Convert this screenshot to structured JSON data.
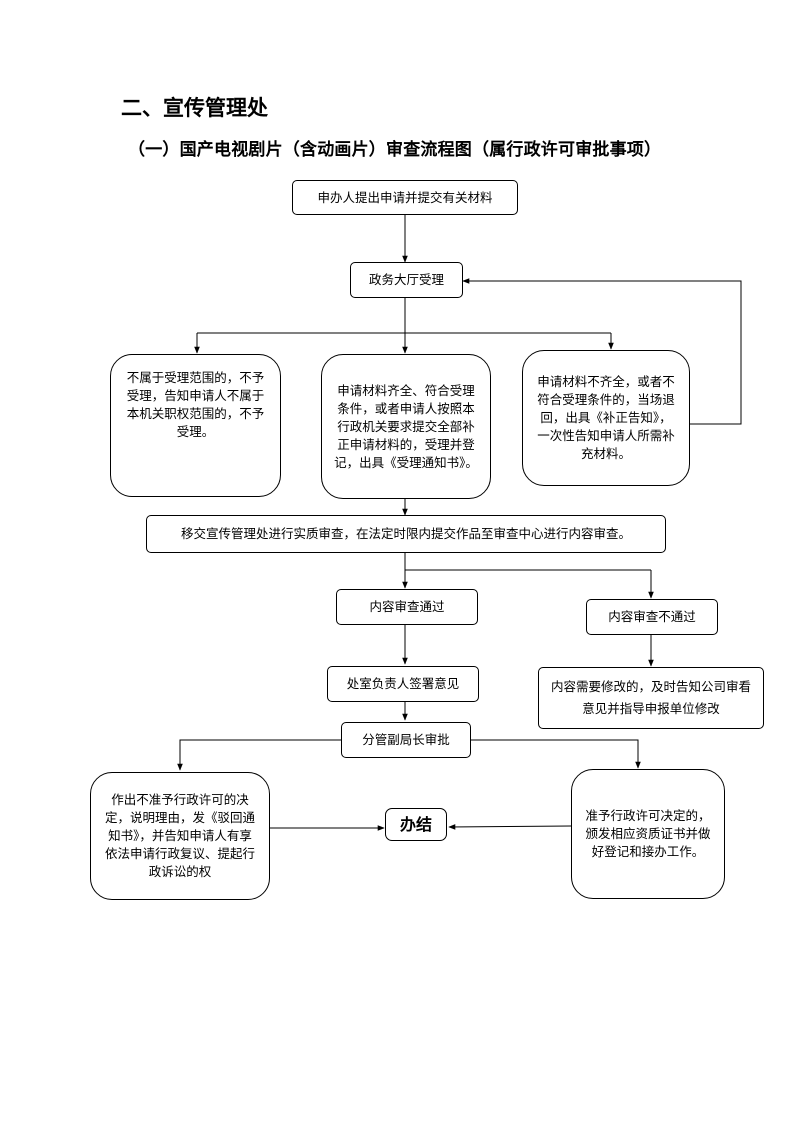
{
  "section_title": "二、宣传管理处",
  "flow_title": "（一）国产电视剧片（含动画片）审查流程图（属行政许可审批事项）",
  "nodes": {
    "apply": "申办人提出申请并提交有关材料",
    "hall_accept": "政务大厅受理",
    "not_in_scope": "不属于受理范围的，不予受理，告知申请人不属于本机关职权范围的，不予受理。",
    "complete_accept": "申请材料齐全、符合受理条件，或者申请人按照本行政机关要求提交全部补正申请材料的，受理并登记，出具《受理通知书》。",
    "incomplete_return": "申请材料不齐全，或者不符合受理条件的，当场退回，出具《补正告知》，一次性告知申请人所需补充材料。",
    "transfer_review": "移交宣传管理处进行实质审查，在法定时限内提交作品至审查中心进行内容审查。",
    "content_pass": "内容审查通过",
    "content_fail": "内容审查不通过",
    "dept_sign": "处室负责人签署意见",
    "need_modify": "内容需要修改的，及时告知公司审看意见并指导申报单位修改",
    "deputy_approve": "分管副局长审批",
    "reject": "作出不准予行政许可的决定，说明理由，发《驳回通知书》，并告知申请人有享依法申请行政复议、提起行政诉讼的权",
    "finish": "办结",
    "approve": "准予行政许可决定的，颁发相应资质证书并做好登记和接办工作。"
  }
}
